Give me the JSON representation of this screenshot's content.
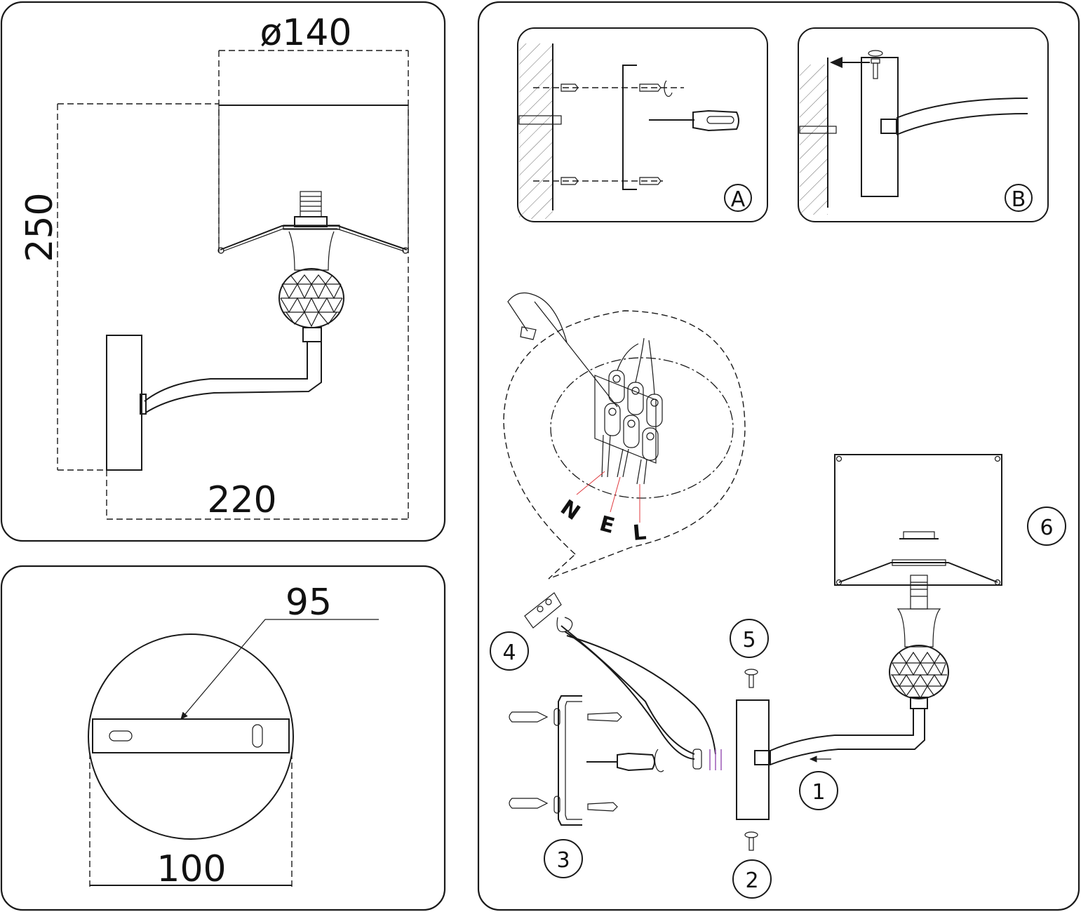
{
  "dimensions": {
    "diameter_label": "ø140",
    "height_label": "250",
    "depth_label": "220",
    "bracket_label": "95",
    "canopy_label": "100"
  },
  "step_labels": {
    "a": "A",
    "b": "B",
    "s1": "1",
    "s2": "2",
    "s3": "3",
    "s4": "4",
    "s5": "5",
    "s6": "6"
  },
  "wire_labels": {
    "neutral": "N",
    "earth": "E",
    "live": "L"
  },
  "colors": {
    "line": "#1a1a1a",
    "wire_leader": "#e0393e",
    "wire_accent": "#9b59b6"
  }
}
